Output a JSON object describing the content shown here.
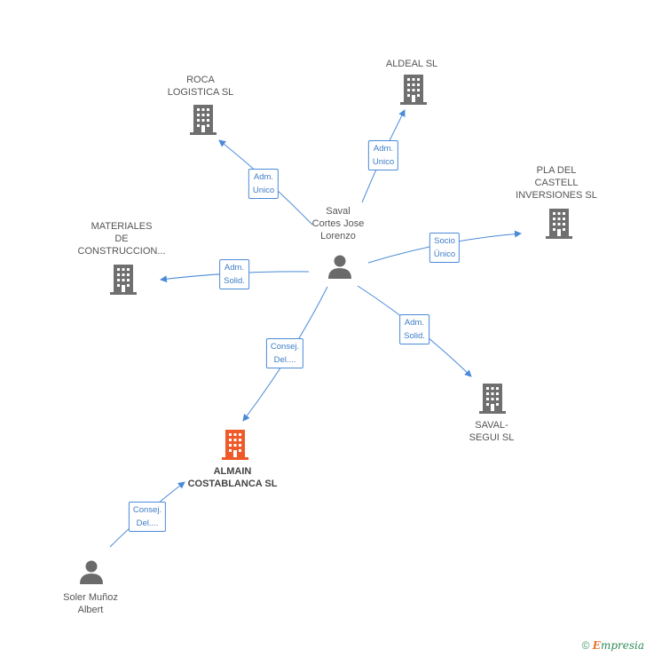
{
  "nodes": {
    "saval": {
      "label": [
        "Saval",
        "Cortes Jose",
        "Lorenzo"
      ]
    },
    "aldeal": {
      "label": [
        "ALDEAL SL"
      ]
    },
    "roca": {
      "label": [
        "ROCA",
        "LOGISTICA SL"
      ]
    },
    "pla": {
      "label": [
        "PLA DEL",
        "CASTELL",
        "INVERSIONES SL"
      ]
    },
    "materiales": {
      "label": [
        "MATERIALES",
        "DE",
        "CONSTRUCCION..."
      ]
    },
    "saval_segui": {
      "label": [
        "SAVAL-",
        "SEGUI SL"
      ]
    },
    "almain": {
      "label": [
        "ALMAIN",
        "COSTABLANCA SL"
      ]
    },
    "soler": {
      "label": [
        "Soler Muñoz",
        "Albert"
      ]
    }
  },
  "edges": {
    "roca": [
      "Adm.",
      "Unico"
    ],
    "aldeal": [
      "Adm.",
      "Unico"
    ],
    "pla": [
      "Socio",
      "Único"
    ],
    "materiales": [
      "Adm.",
      "Solid."
    ],
    "saval_segui": [
      "Adm.",
      "Solid."
    ],
    "almain": [
      "Consej.",
      "Del...."
    ],
    "soler": [
      "Consej.",
      "Del...."
    ]
  },
  "footer": {
    "copyright": "©",
    "brand_initial": "E",
    "brand_rest": "mpresia"
  },
  "colors": {
    "edge": "#4a8ad9",
    "building": "#6f6f6f",
    "building_main": "#f05a28",
    "person": "#6a6a6a"
  }
}
